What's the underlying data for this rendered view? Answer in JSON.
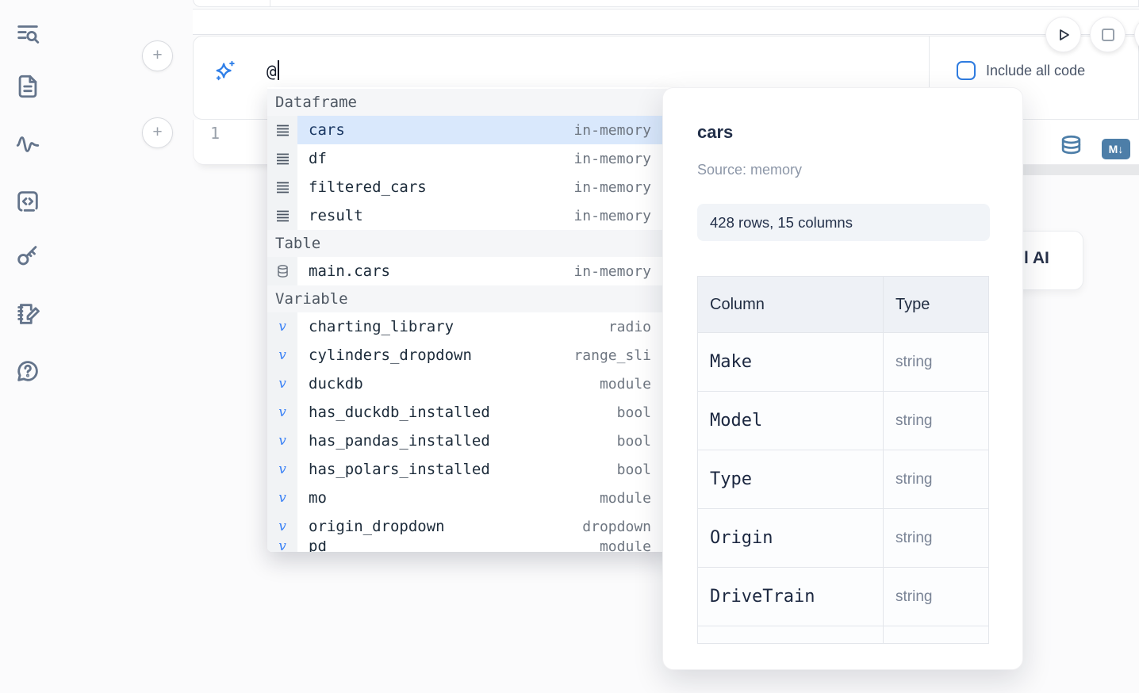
{
  "sidebar": {
    "icons": [
      "list-search-icon",
      "file-text-icon",
      "activity-icon",
      "code-snippet-icon",
      "key-icon",
      "notebook-pencil-icon",
      "help-chat-icon"
    ]
  },
  "ai_prompt": {
    "value": "@",
    "include_all_code_label": "Include all code",
    "checkbox_checked": false,
    "sparkle_icon": "sparkles-icon"
  },
  "run_controls": {
    "play_icon": "play-icon",
    "stop_icon": "stop-icon"
  },
  "code_cell": {
    "line_number": "1",
    "toolbar": {
      "database_icon": "database-icon",
      "markdown_badge": "M↓"
    }
  },
  "autocomplete": {
    "sections": [
      {
        "label": "Dataframe",
        "icon": "rows-icon",
        "items": [
          {
            "name": "cars",
            "type": "in-memory",
            "selected": true
          },
          {
            "name": "df",
            "type": "in-memory"
          },
          {
            "name": "filtered_cars",
            "type": "in-memory"
          },
          {
            "name": "result",
            "type": "in-memory"
          }
        ]
      },
      {
        "label": "Table",
        "icon": "database-icon",
        "items": [
          {
            "name": "main.cars",
            "type": "in-memory"
          }
        ]
      },
      {
        "label": "Variable",
        "icon": "variable-icon",
        "items": [
          {
            "name": "charting_library",
            "type": "radio"
          },
          {
            "name": "cylinders_dropdown",
            "type": "range_sli"
          },
          {
            "name": "duckdb",
            "type": "module"
          },
          {
            "name": "has_duckdb_installed",
            "type": "bool"
          },
          {
            "name": "has_pandas_installed",
            "type": "bool"
          },
          {
            "name": "has_polars_installed",
            "type": "bool"
          },
          {
            "name": "mo",
            "type": "module"
          },
          {
            "name": "origin_dropdown",
            "type": "dropdown"
          },
          {
            "name": "pd",
            "type": "module",
            "clipped": true
          }
        ]
      }
    ]
  },
  "preview_panel": {
    "title": "cars",
    "source": "Source: memory",
    "shape": "428 rows, 15 columns",
    "table": {
      "headers": [
        "Column",
        "Type"
      ],
      "rows": [
        {
          "column": "Make",
          "type": "string"
        },
        {
          "column": "Model",
          "type": "string"
        },
        {
          "column": "Type",
          "type": "string"
        },
        {
          "column": "Origin",
          "type": "string"
        },
        {
          "column": "DriveTrain",
          "type": "string"
        }
      ]
    }
  },
  "ai_card": {
    "label_visible": "l AI"
  },
  "colors": {
    "accent_blue": "#3b82f6",
    "checkbox_blue": "#2f7ce0",
    "selected_row": "#d9e8fc",
    "steel_blue_icons": "#4d7ea8"
  }
}
